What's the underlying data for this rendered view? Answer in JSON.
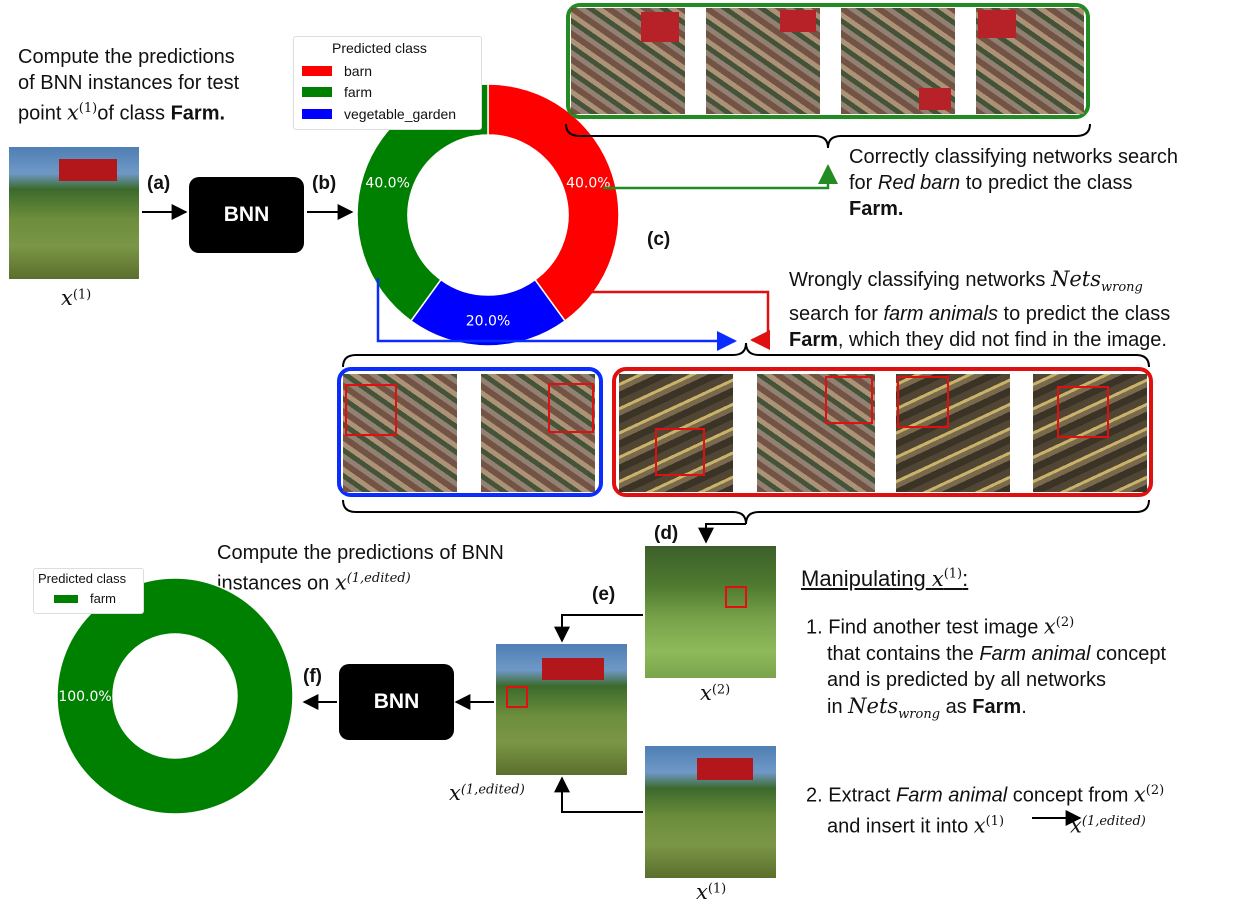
{
  "step_intro": {
    "line1": "Compute the predictions",
    "line2": "of BNN instances for test",
    "line3_pre": "point",
    "x_var": "x",
    "sup1": "(1)",
    "line3_mid": "of class",
    "class_bold": "Farm."
  },
  "labels": {
    "a": "(a)",
    "b": "(b)",
    "c": "(c)",
    "d": "(d)",
    "e": "(e)",
    "f": "(f)",
    "bnn": "BNN",
    "x1": "x",
    "x1_sup": "(1)",
    "x2": "x",
    "x2_sup": "(2)",
    "x1e": "x",
    "x1e_sup": "(1,edited)"
  },
  "chart_data": [
    {
      "type": "pie",
      "style": "donut",
      "legend_title": "Predicted class",
      "legend_position": "top-left",
      "categories": [
        "barn",
        "farm",
        "vegetable_garden"
      ],
      "values": [
        40.0,
        40.0,
        20.0
      ],
      "value_labels": [
        "40.0%",
        "40.0%",
        "20.0%"
      ],
      "colors": [
        "#ff0000",
        "#008000",
        "#0000ff"
      ]
    },
    {
      "type": "pie",
      "style": "donut",
      "legend_title": "Predicted class",
      "legend_position": "top-left",
      "categories": [
        "farm"
      ],
      "values": [
        100.0
      ],
      "value_labels": [
        "100.0%"
      ],
      "colors": [
        "#008000"
      ]
    }
  ],
  "correct_text": {
    "line1": "Correctly classifying networks search",
    "line2_pre": "for",
    "line2_em": "Red barn",
    "line2_post": "to predict the class",
    "line3": "Farm."
  },
  "wrong_text": {
    "line1_pre": "Wrongly classifying networks",
    "nets": "Nets",
    "nets_sub": "wrong",
    "line2_pre": "search for",
    "line2_em": "farm animals",
    "line2_post": "to predict the class",
    "line3_bold": "Farm",
    "line3_post": ", which they did not find in the image."
  },
  "edited_text": {
    "line1": "Compute the predictions of BNN",
    "line2_pre": "instances on",
    "x": "x"
  },
  "manip": {
    "title": "Manipulating",
    "title_x": "x",
    "title_colon": ":",
    "s1_l1": "1. Find another test image",
    "s1_l2_pre": "that contains the",
    "s1_l2_em": "Farm animal",
    "s1_l2_post": "concept",
    "s1_l3": "and is predicted by all networks",
    "s1_l4_pre": "in",
    "s1_l4_post": "as",
    "s1_l4_bold": "Farm",
    "s1_l4_end": ".",
    "s2_l1_pre": "2. Extract",
    "s2_l1_em": "Farm animal",
    "s2_l1_post": "concept from",
    "s2_l2_pre": "and insert it into"
  },
  "colors": {
    "correct": "#228b22",
    "blue_group": "#0a2cff",
    "red_group": "#e01010",
    "farm": "#008000"
  }
}
